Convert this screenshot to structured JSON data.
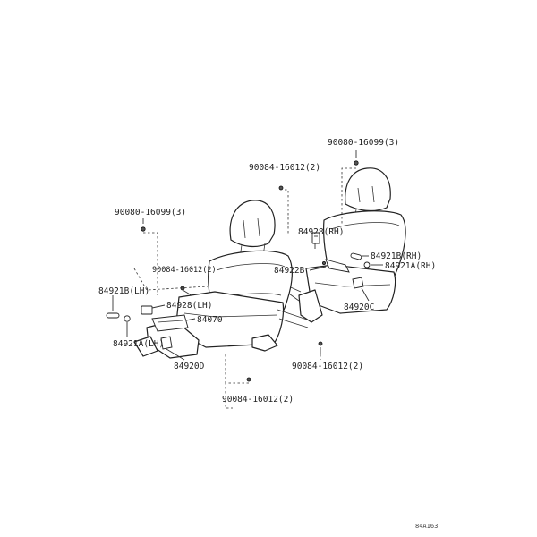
{
  "diagram": {
    "callouts": {
      "bolt_top_right": "90080-16099(3)",
      "screw_top_center": "90084-16012(2)",
      "bolt_left": "90080-16099(3)",
      "screw_left": "90084-16012(2)",
      "cover_rh": "84928(RH)",
      "knob_b_rh": "84921B(RH)",
      "knob_a_rh": "84921A(RH)",
      "switch_center": "84922B",
      "bezel_rh": "84920C",
      "knob_b_lh": "84921B(LH)",
      "cover_lh": "84928(LH)",
      "switch_lh": "84070",
      "knob_a_lh": "84921A(LH)",
      "bezel_lh": "84920D",
      "screw_right_lower": "90084-16012(2)",
      "screw_bottom": "90084-16012(2)"
    },
    "figure_code": "84A163"
  }
}
